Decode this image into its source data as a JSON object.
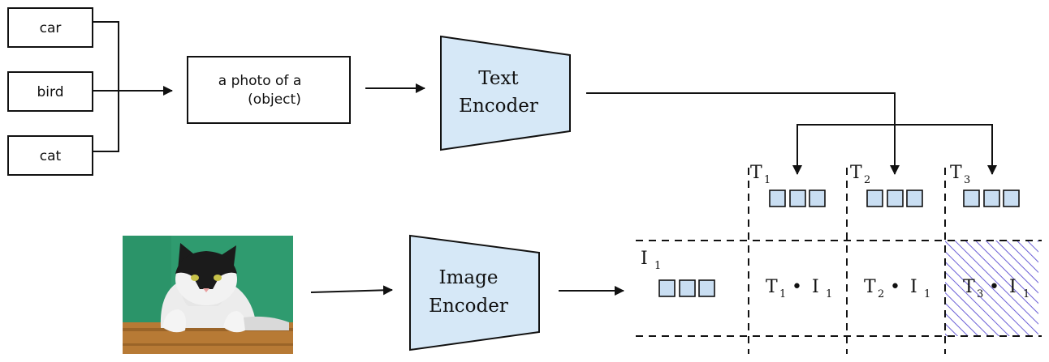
{
  "labels": {
    "car": "car",
    "bird": "bird",
    "cat": "cat",
    "prompt_line1": "a photo of a",
    "prompt_line2": "(object)",
    "text_encoder_line1": "Text",
    "text_encoder_line2": "Encoder",
    "image_encoder_line1": "Image",
    "image_encoder_line2": "Encoder"
  },
  "matrix": {
    "columns": [
      {
        "sym": "T",
        "sub": "1"
      },
      {
        "sym": "T",
        "sub": "2"
      },
      {
        "sym": "T",
        "sub": "3"
      }
    ],
    "row": {
      "sym": "I",
      "sub": "1"
    },
    "cells": [
      {
        "t": "T",
        "ts": "1",
        "dot": "•",
        "i": "I",
        "is": "1"
      },
      {
        "t": "T",
        "ts": "2",
        "dot": "•",
        "i": "I",
        "is": "1"
      },
      {
        "t": "T",
        "ts": "3",
        "dot": "•",
        "i": "I",
        "is": "1"
      }
    ]
  },
  "colors": {
    "encoder_fill": "#d6e8f7",
    "embedding_fill": "#c9def2",
    "highlight_hatch": "#6b5fd6",
    "photo_background": "#2f9b6f"
  },
  "icons": {
    "photo": "cat-photo"
  }
}
